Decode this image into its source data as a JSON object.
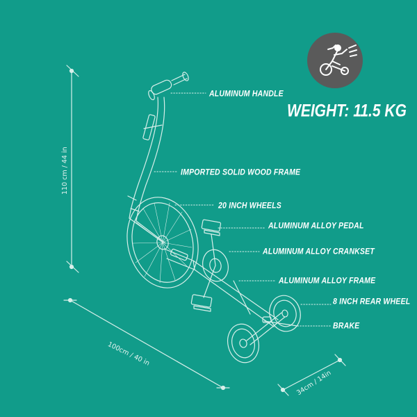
{
  "weight": {
    "text": "WEIGHT: 11.5 KG"
  },
  "callouts": [
    {
      "id": "aluminum-handle",
      "text": "ALUMINUM HANDLE"
    },
    {
      "id": "wood-frame",
      "text": "IMPORTED SOLID WOOD FRAME"
    },
    {
      "id": "wheels-20",
      "text": "20 INCH WHEELS"
    },
    {
      "id": "alloy-pedal",
      "text": "ALUMINUM ALLOY PEDAL"
    },
    {
      "id": "alloy-crankset",
      "text": "ALUMINUM ALLOY CRANKSET"
    },
    {
      "id": "alloy-frame",
      "text": "ALUMINUM ALLOY FRAME"
    },
    {
      "id": "rear-wheel-8",
      "text": "8 INCH REAR WHEEL"
    },
    {
      "id": "brake",
      "text": "BRAKE"
    }
  ],
  "dimensions": {
    "height": "110 cm / 44 in",
    "length": "100cm / 40 in",
    "width": "34cm / 14in"
  },
  "colors": {
    "background": "#119c8a",
    "line": "#d8efea",
    "text": "#ffffff",
    "badge": "#5a5a5a"
  },
  "icons": {
    "badge": "rider-bike-icon"
  }
}
